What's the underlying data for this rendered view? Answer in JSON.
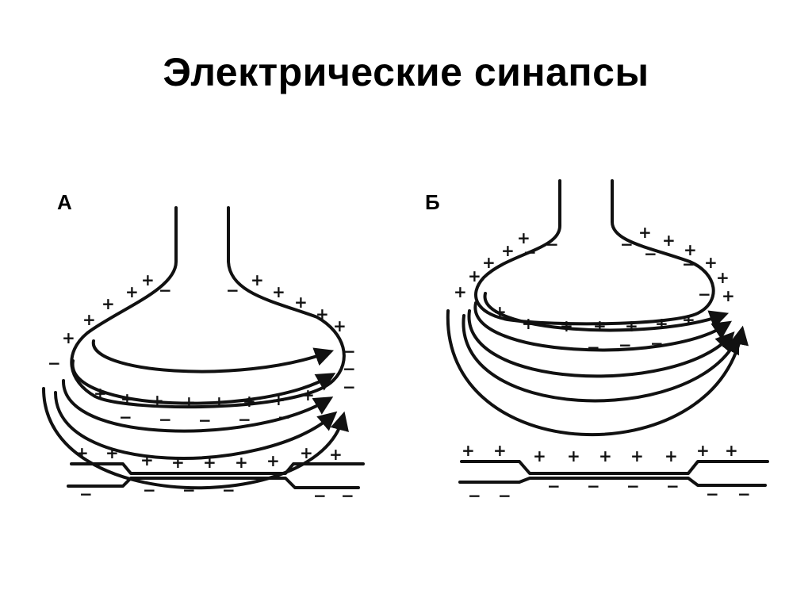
{
  "title": "Электрические синапсы",
  "panels": [
    {
      "label": "А"
    },
    {
      "label": "Б"
    }
  ],
  "charges": {
    "plus": "+",
    "minus": "−"
  },
  "colors": {
    "ink": "#111111",
    "background": "#ffffff"
  }
}
